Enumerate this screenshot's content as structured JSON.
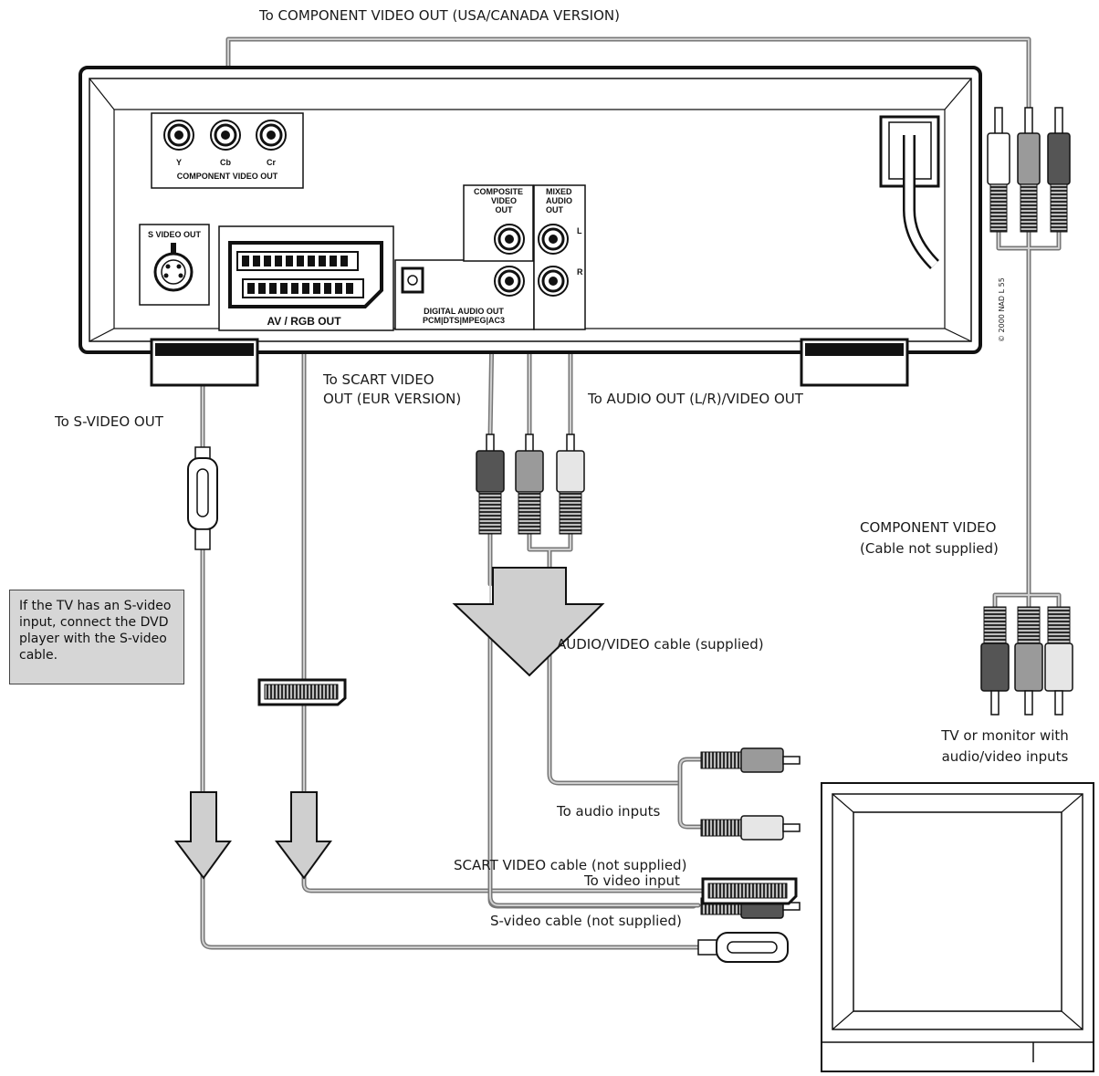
{
  "labels": {
    "component_out_top": "To COMPONENT VIDEO OUT (USA/CANADA VERSION)",
    "svideo_out": "To S-VIDEO OUT",
    "scart_out_line1": "To SCART VIDEO",
    "scart_out_line2": "OUT (EUR VERSION)",
    "audio_video_out": "To AUDIO OUT (L/R)/VIDEO OUT",
    "component_video": "COMPONENT VIDEO",
    "cable_not_supplied": "(Cable not supplied)",
    "av_cable": "AUDIO/VIDEO cable (supplied)",
    "tv_line1": "TV or monitor with",
    "tv_line2": "audio/video inputs",
    "to_audio_inputs": "To audio inputs",
    "to_video_input": "To video input",
    "scart_cable": "SCART VIDEO cable (not supplied)",
    "svideo_cable": "S-video cable (not supplied)",
    "note": "If the TV has an S-video input, connect the DVD player with the S-video cable.",
    "copyright": "© 2000 NAD L 55"
  },
  "panel": {
    "y": "Y",
    "cb": "Cb",
    "cr": "Cr",
    "component_video_out": "COMPONENT VIDEO OUT",
    "s_video_out": "S VIDEO OUT",
    "av_rgb_out": "AV / RGB OUT",
    "composite_line1": "COMPOSITE",
    "composite_line2": "VIDEO",
    "composite_line3": "OUT",
    "mixed_line1": "MIXED",
    "mixed_line2": "AUDIO",
    "mixed_line3": "OUT",
    "left": "L",
    "right": "R",
    "digital_line1": "DIGITAL AUDIO OUT",
    "digital_line2": "PCM|DTS|MPEG|AC3"
  }
}
